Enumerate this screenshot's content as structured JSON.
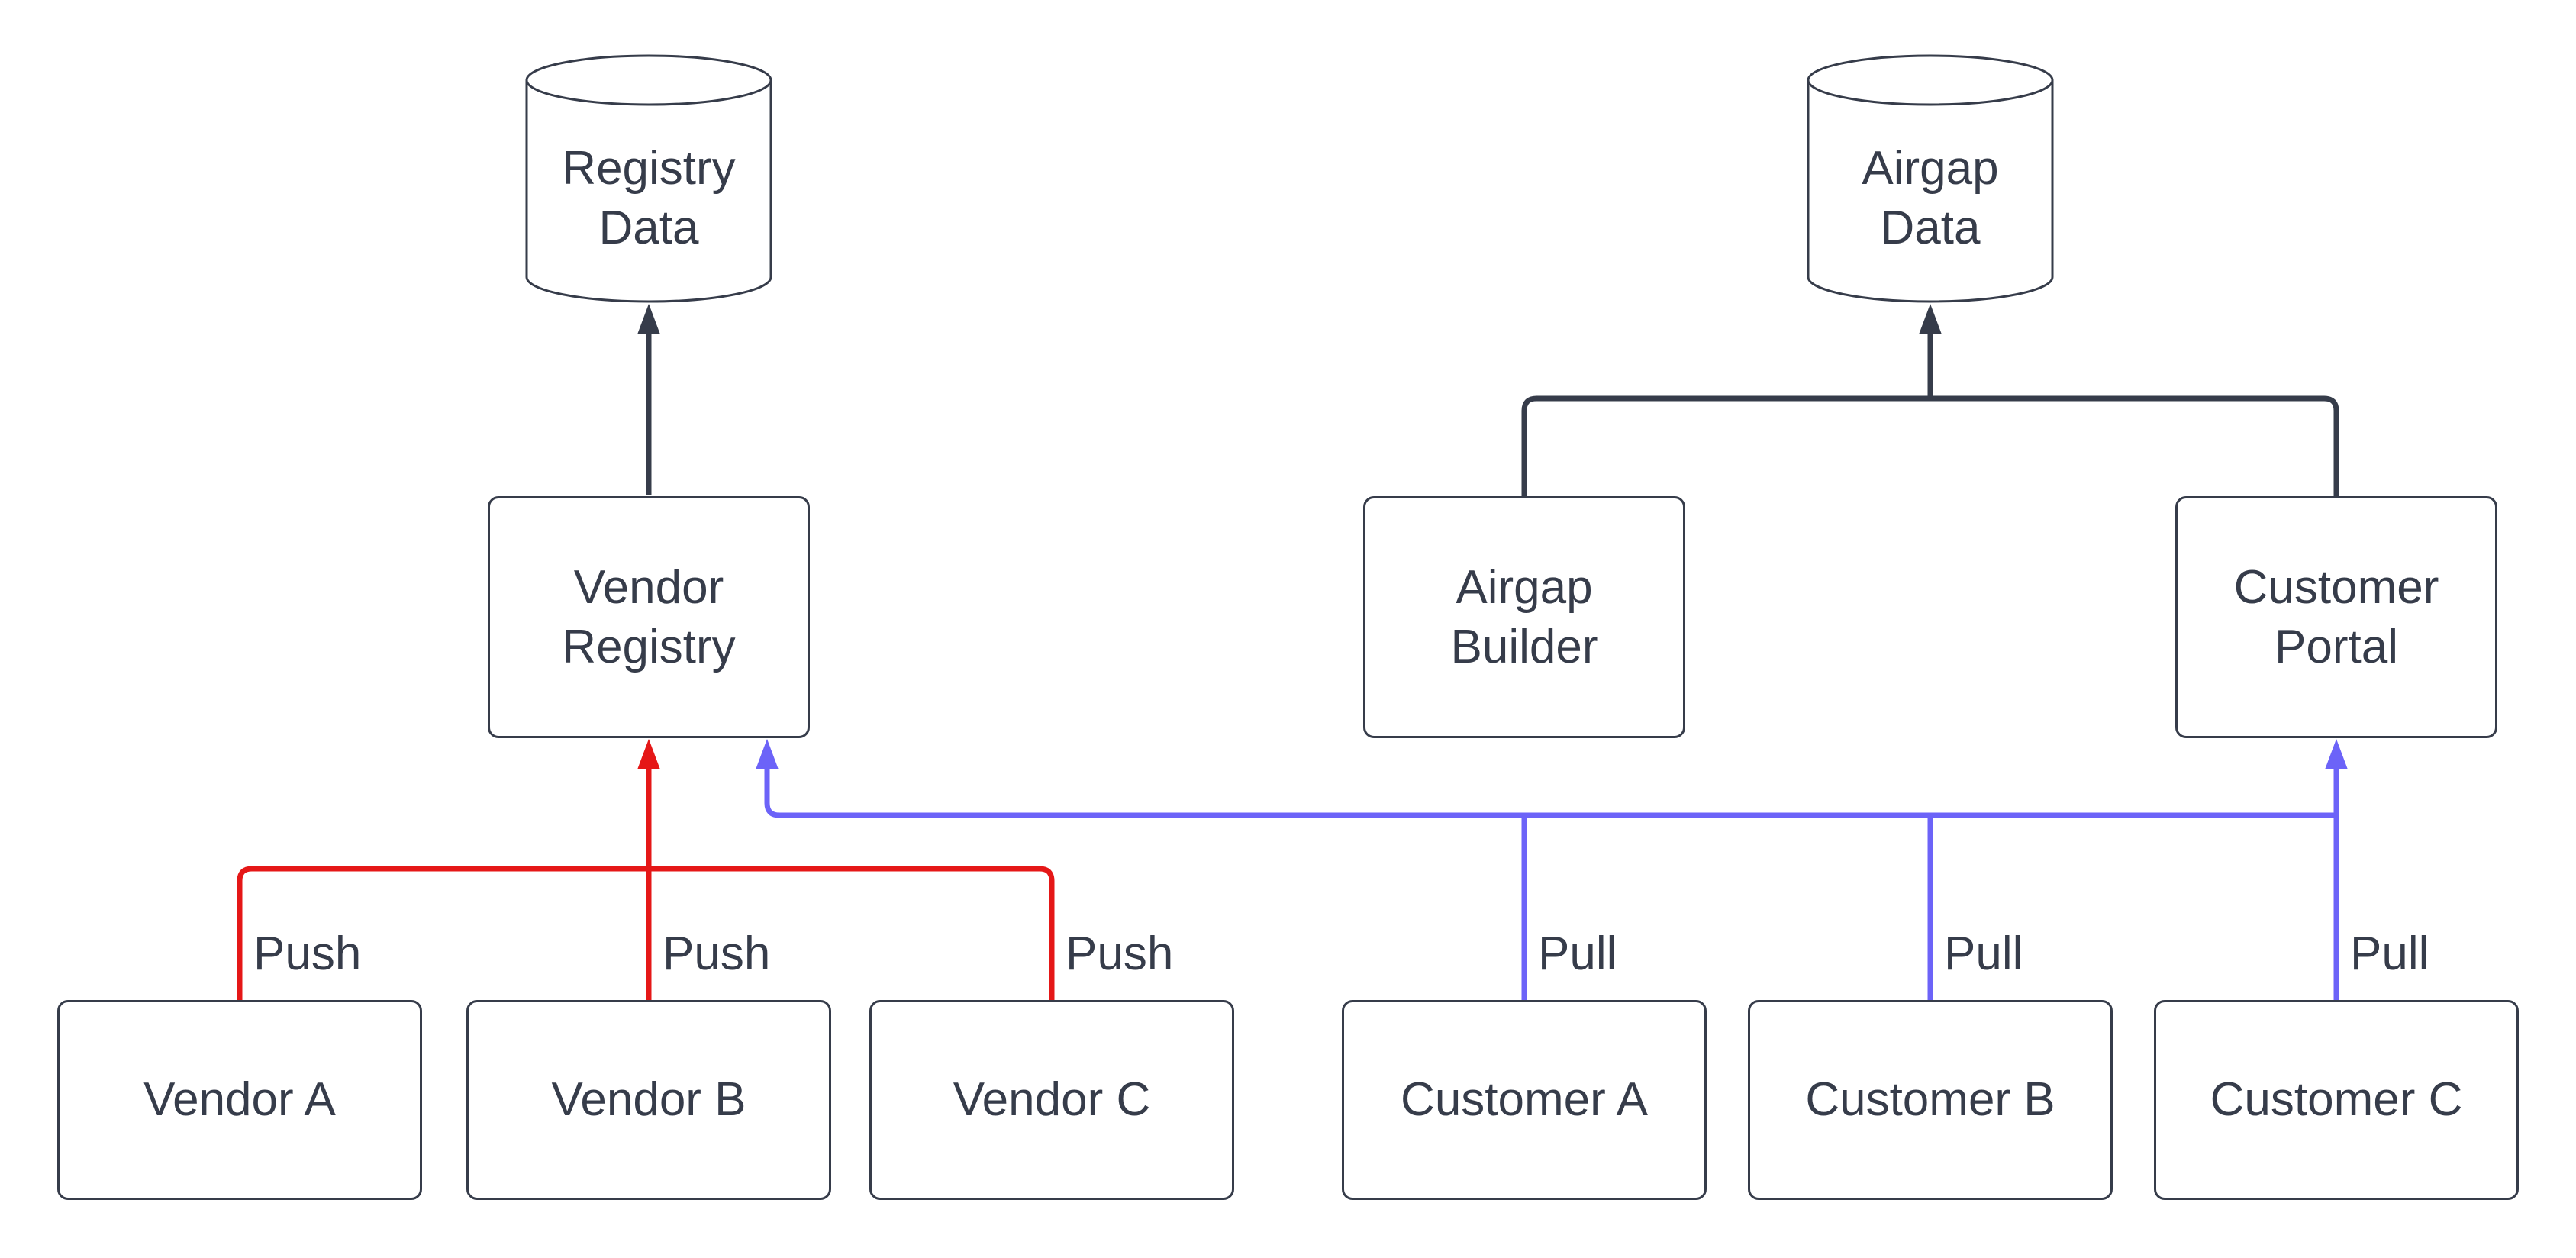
{
  "diagram": {
    "title": "Vendor registry push / customer pull data flow",
    "colors": {
      "stroke": "#363C4A",
      "text": "#363C4A",
      "push": "#E51717",
      "pull": "#6C63F8",
      "background": "#ffffff"
    },
    "nodes": {
      "registry_data": {
        "label": "Registry\nData",
        "shape": "cylinder"
      },
      "airgap_data": {
        "label": "Airgap\nData",
        "shape": "cylinder"
      },
      "vendor_registry": {
        "label": "Vendor\nRegistry",
        "shape": "rectangle"
      },
      "airgap_builder": {
        "label": "Airgap\nBuilder",
        "shape": "rectangle"
      },
      "customer_portal": {
        "label": "Customer\nPortal",
        "shape": "rectangle"
      },
      "vendor_a": {
        "label": "Vendor A",
        "shape": "rectangle"
      },
      "vendor_b": {
        "label": "Vendor B",
        "shape": "rectangle"
      },
      "vendor_c": {
        "label": "Vendor C",
        "shape": "rectangle"
      },
      "customer_a": {
        "label": "Customer A",
        "shape": "rectangle"
      },
      "customer_b": {
        "label": "Customer B",
        "shape": "rectangle"
      },
      "customer_c": {
        "label": "Customer C",
        "shape": "rectangle"
      }
    },
    "edge_labels": {
      "push": [
        "Push",
        "Push",
        "Push"
      ],
      "pull": [
        "Pull",
        "Pull",
        "Pull"
      ]
    }
  }
}
